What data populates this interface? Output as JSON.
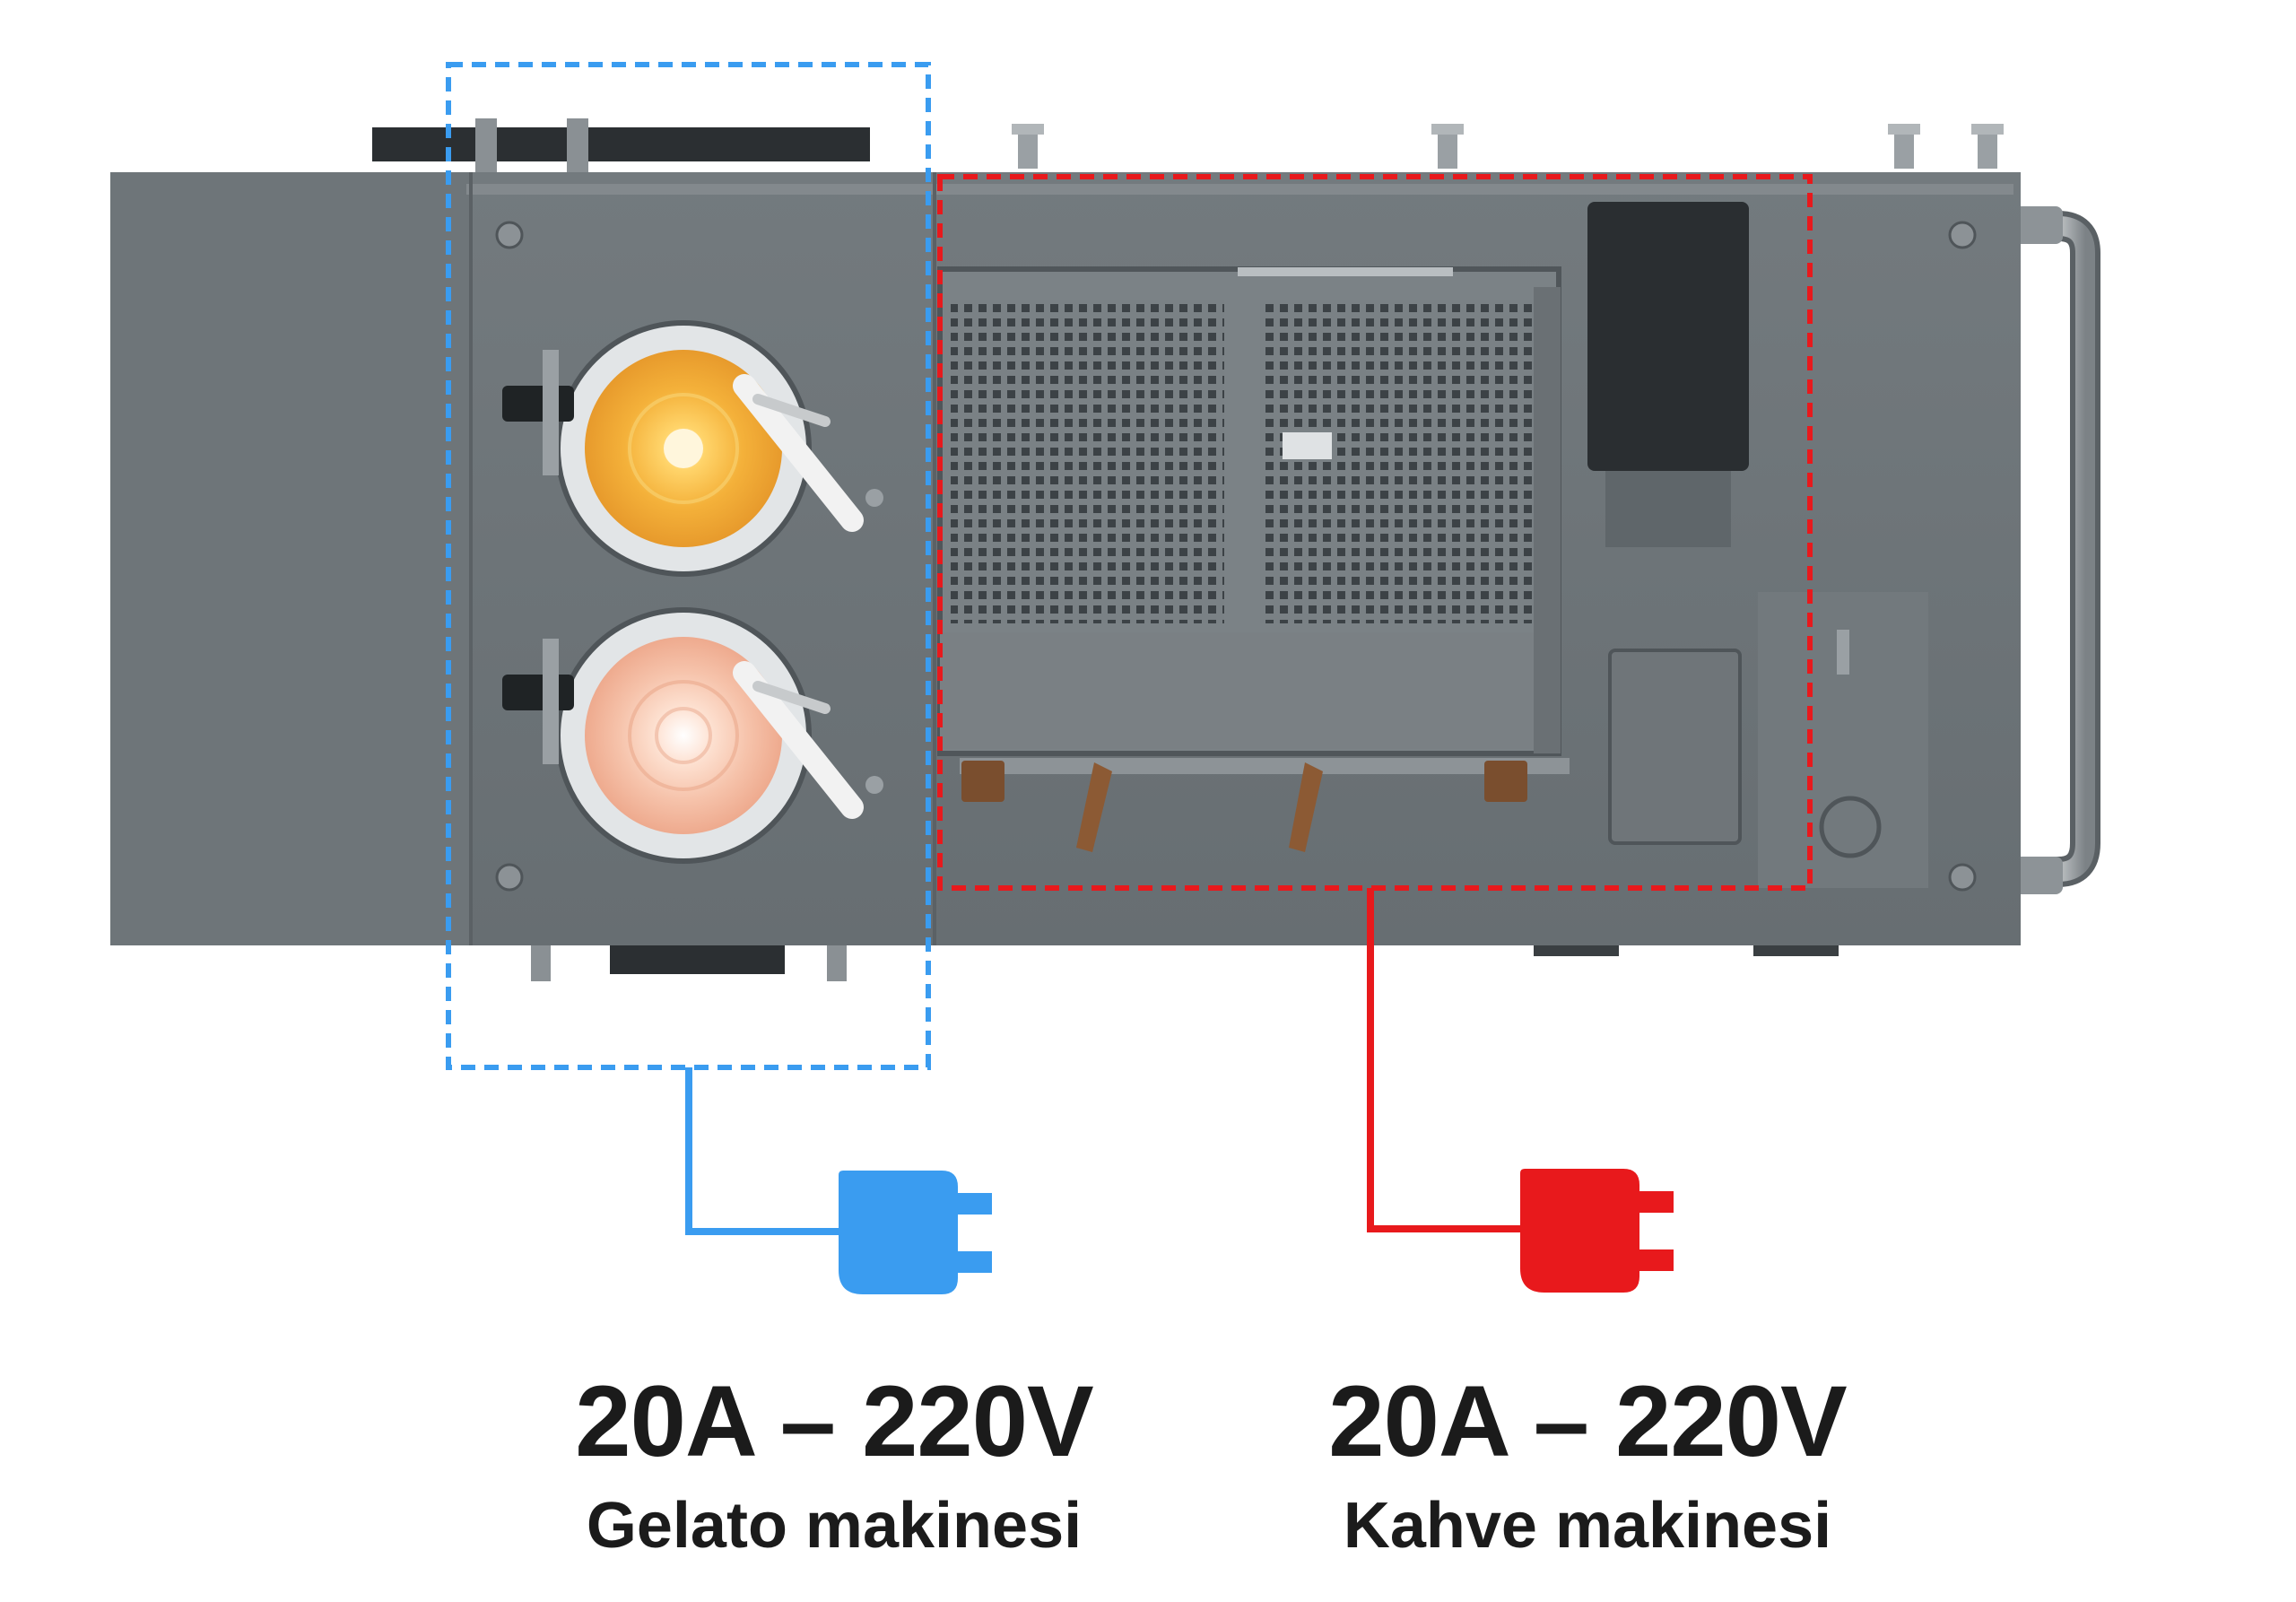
{
  "zones": [
    {
      "id": "gelato",
      "color": "#3a9cf0",
      "spec": "20A – 220V",
      "name": "Gelato makinesi",
      "plug_icon": "power-plug-icon"
    },
    {
      "id": "coffee",
      "color": "#e8191c",
      "spec": "20A – 220V",
      "name": "Kahve makinesi",
      "plug_icon": "power-plug-icon"
    }
  ],
  "colors": {
    "machine_body": "#6c7377",
    "machine_dark": "#555b5f",
    "gelato_blue": "#3a9cf0",
    "coffee_red": "#e8191c",
    "text": "#1b1b1b"
  }
}
